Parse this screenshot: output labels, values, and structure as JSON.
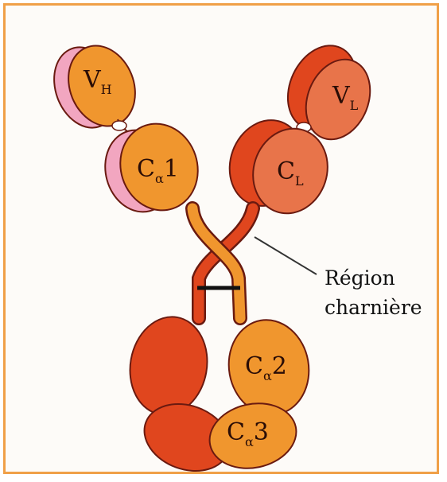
{
  "labels": {
    "vh": {
      "main": "V",
      "sub": "H"
    },
    "ch1": {
      "main": "C",
      "sub": "α",
      "num": "1"
    },
    "vl": {
      "main": "V",
      "sub": "L"
    },
    "cl": {
      "main": "C",
      "sub": "L"
    },
    "ch2": {
      "main": "C",
      "sub": "α",
      "num": "2"
    },
    "ch3": {
      "main": "C",
      "sub": "α",
      "num": "3"
    }
  },
  "callout": {
    "line1": "Région",
    "line2": "charnière"
  },
  "colors": {
    "frame": "#f0a048",
    "heavy_chain": "#f0962e",
    "heavy_chain_dark": "#c86a14",
    "light_chain_right": "#e0461e",
    "light_chain_right_light": "#e8744a",
    "light_chain_left": "#f2a6c0",
    "lower_red": "#e0461e",
    "hinge_bar": "#111111"
  }
}
